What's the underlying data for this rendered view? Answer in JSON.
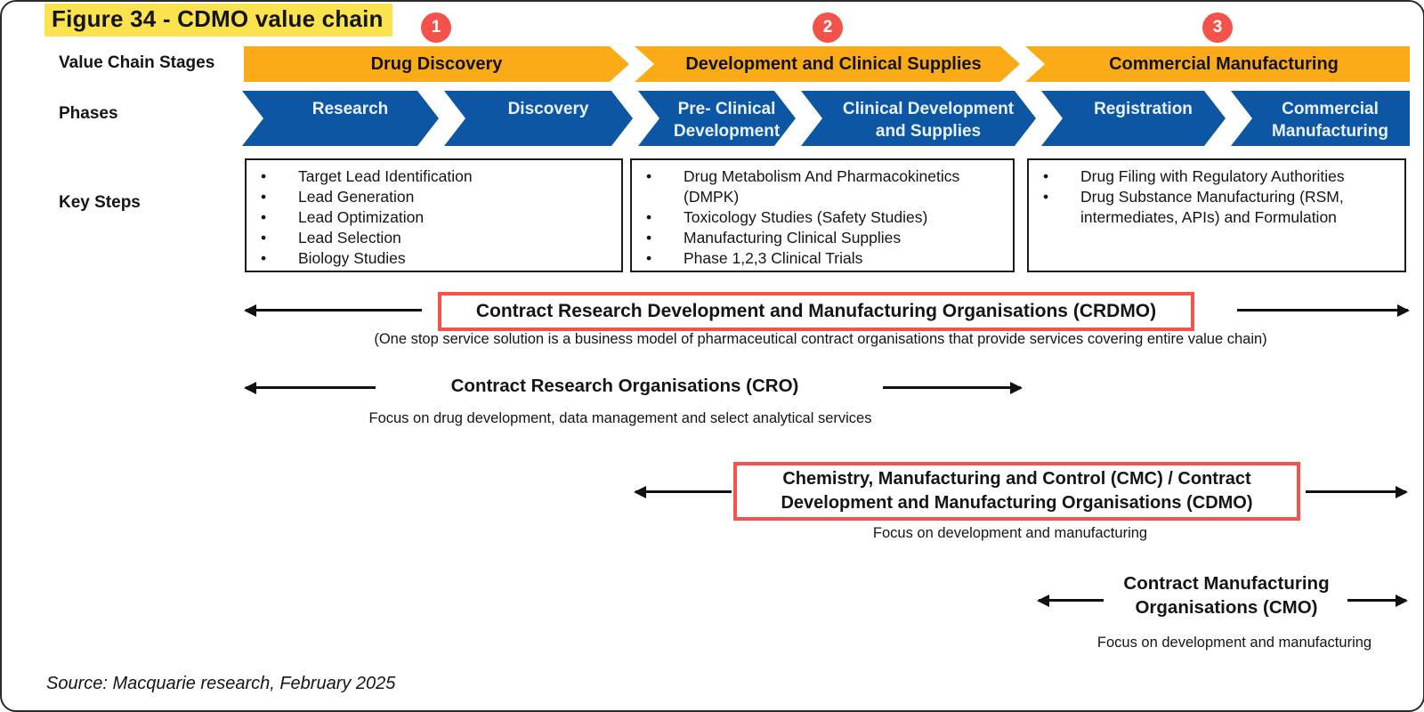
{
  "title": "Figure 34 - CDMO value chain",
  "row_labels": {
    "stages": "Value Chain Stages",
    "phases": "Phases",
    "key_steps": "Key Steps"
  },
  "stage_markers": [
    "1",
    "2",
    "3"
  ],
  "stages": [
    "Drug Discovery",
    "Development and Clinical Supplies",
    "Commercial Manufacturing"
  ],
  "phases": [
    "Research",
    "Discovery",
    "Pre- Clinical Development",
    "Clinical Development and Supplies",
    "Registration",
    "Commercial Manufacturing"
  ],
  "key_steps": {
    "discovery": [
      "Target Lead Identification",
      "Lead Generation",
      "Lead Optimization",
      "Lead Selection",
      "Biology Studies"
    ],
    "development": [
      "Drug Metabolism And Pharmacokinetics (DMPK)",
      "Toxicology Studies (Safety Studies)",
      "Manufacturing Clinical Supplies",
      "Phase 1,2,3  Clinical Trials"
    ],
    "commercial": [
      "Drug Filing with Regulatory Authorities",
      "Drug Substance Manufacturing (RSM, intermediates, APIs) and Formulation"
    ]
  },
  "organisations": {
    "crdmo": {
      "label": "Contract Research Development and Manufacturing Organisations (CRDMO)",
      "caption": "(One stop service solution is a business model of pharmaceutical contract organisations that provide services covering entire value chain)"
    },
    "cro": {
      "label": "Contract Research Organisations (CRO)",
      "caption": "Focus on drug development, data management and select analytical services"
    },
    "cmc_cdmo": {
      "label": "Chemistry, Manufacturing and Control (CMC) / Contract Development and Manufacturing Organisations (CDMO)",
      "caption": "Focus on development and manufacturing"
    },
    "cmo": {
      "label": "Contract Manufacturing Organisations (CMO)",
      "caption": "Focus on development and manufacturing"
    }
  },
  "source": "Source: Macquarie research, February 2025",
  "colors": {
    "stage_orange": "#FBAB17",
    "phase_blue": "#0C56A4",
    "marker_red": "#F4534B",
    "highlight_yellow": "#FBE34F",
    "red_box_border": "#F4534B"
  }
}
